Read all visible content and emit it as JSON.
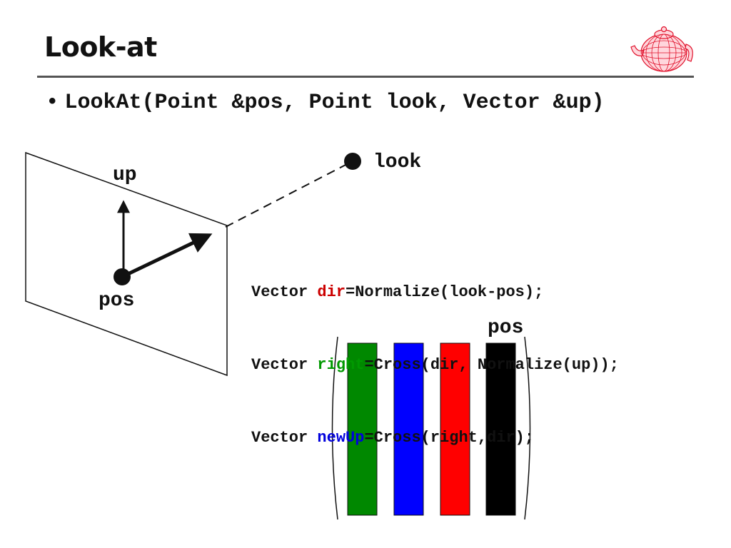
{
  "title": "Look-at",
  "bullet": "LookAt(Point &pos, Point look, Vector &up)",
  "diagram": {
    "label_up": "up",
    "label_pos": "pos",
    "label_look": "look",
    "label_matrix_pos": "pos"
  },
  "code": {
    "line1": {
      "prefix": "Vector ",
      "var": "dir",
      "rest": "=Normalize(look-pos);"
    },
    "line2": {
      "prefix": "Vector ",
      "var": "right",
      "rest": "=Cross(dir, Normalize(up));"
    },
    "line3": {
      "prefix": "Vector ",
      "var": "newUp",
      "rest": "=Cross(right,dir);"
    }
  },
  "colors": {
    "dir": "#cc0000",
    "right": "#009900",
    "newUp": "#0000dd",
    "column_right": "#008800",
    "column_newUp": "#0000ff",
    "column_dir": "#ff0000",
    "column_pos": "#000000"
  },
  "logo_icon": "teapot-wireframe-icon"
}
